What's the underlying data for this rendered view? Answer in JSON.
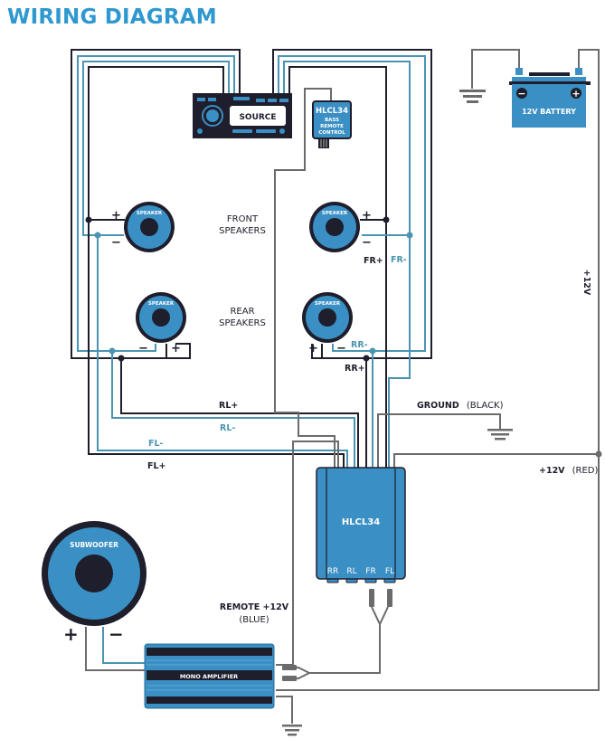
{
  "title": "WIRING DIAGRAM",
  "colors": {
    "title": "#2f98cf",
    "component_blue": "#3a8fc4",
    "component_dark": "#1e1e2c",
    "wire_black": "#1e1e2c",
    "wire_blue": "#4b95b2",
    "wire_gray": "#6b6b6b"
  },
  "source_unit": {
    "label": "SOURCE"
  },
  "bass_remote": {
    "model": "HLCL34",
    "line1": "BASS",
    "line2": "REMOTE",
    "line3": "CONTROL"
  },
  "battery": {
    "label": "12V BATTERY",
    "neg": "−",
    "pos": "+"
  },
  "speakers": {
    "front_label_1": "FRONT",
    "front_label_2": "SPEAKERS",
    "rear_label_1": "REAR",
    "rear_label_2": "SPEAKERS",
    "speaker_label": "SPEAKER",
    "plus": "+",
    "minus": "−"
  },
  "wire_labels": {
    "fr_plus": "FR+",
    "fr_minus": "FR-",
    "rr_plus": "RR+",
    "rr_minus": "RR-",
    "rl_plus": "RL+",
    "rl_minus": "RL-",
    "fl_plus": "FL+",
    "fl_minus": "FL-",
    "plus12v_vertical": "+12V",
    "ground_bold": "GROUND",
    "ground_paren": "(BLACK)",
    "red_bold": "+12V",
    "red_paren": "(RED)",
    "remote_bold": "REMOTE +12V",
    "remote_paren": "(BLUE)"
  },
  "converter": {
    "model": "HLCL34",
    "ports": [
      "RR",
      "RL",
      "FR",
      "FL"
    ]
  },
  "subwoofer": {
    "label": "SUBWOOFER",
    "plus": "+",
    "minus": "−"
  },
  "amplifier": {
    "label": "MONO AMPLIFIER"
  }
}
